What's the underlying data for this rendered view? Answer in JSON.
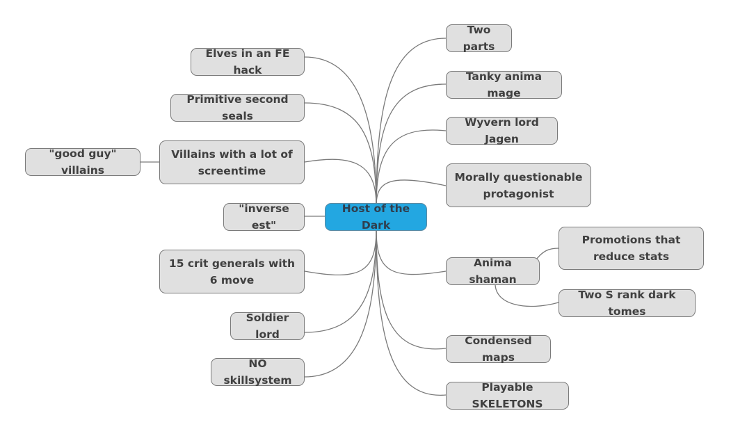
{
  "mindmap": {
    "root": "Host of the Dark",
    "left": [
      "Elves in an FE hack",
      "Primitive second seals",
      "Villains with a lot of screentime",
      "\"good guy\" villains",
      "\"inverse est\"",
      "15 crit generals with 6 move",
      "Soldier lord",
      "NO skillsystem"
    ],
    "right": [
      "Two parts",
      "Tanky anima mage",
      "Wyvern lord Jagen",
      "Morally questionable protagonist",
      "Anima shaman",
      "Promotions that reduce stats",
      "Two S rank dark tomes",
      "Condensed maps",
      "Playable SKELETONS"
    ]
  },
  "colors": {
    "root_fill": "#23a7e1",
    "node_fill": "#e0e0e0",
    "line": "#7a7a7a"
  }
}
